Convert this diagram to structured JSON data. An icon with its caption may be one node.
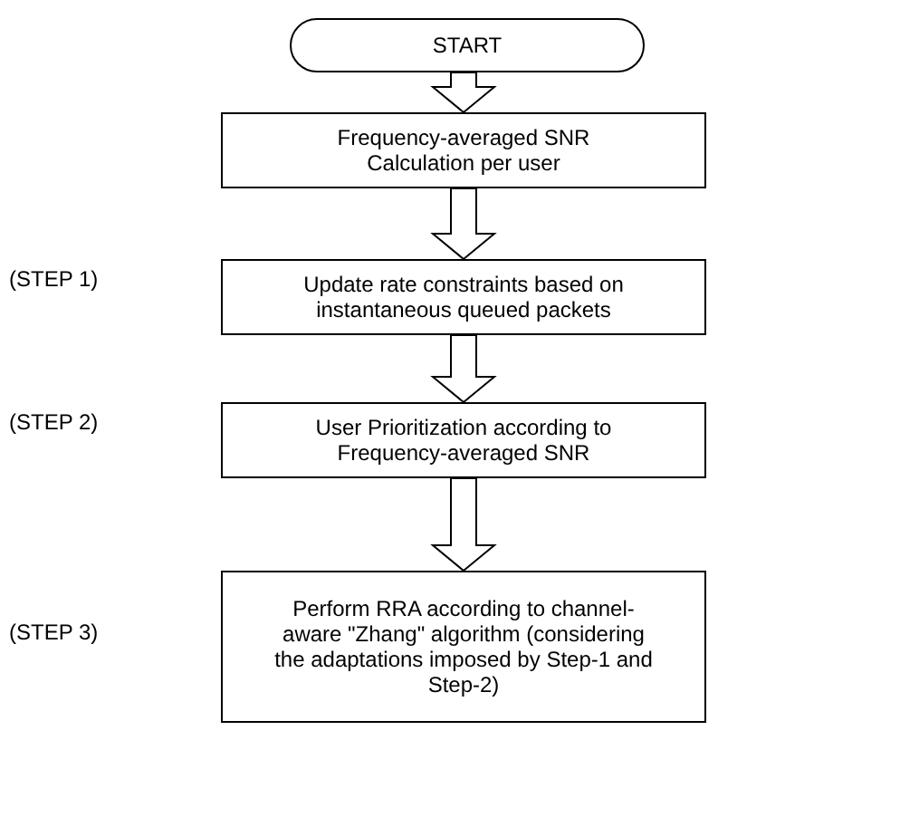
{
  "diagram": {
    "nodes": [
      {
        "text": [
          "START"
        ]
      },
      {
        "text": [
          "Frequency-averaged SNR Calculation per user"
        ]
      },
      {
        "text": [
          "Update rate constraints based on instantaneous queued packets"
        ]
      },
      {
        "text": [
          "User Prioritization according to Frequency-averaged SNR"
        ]
      },
      {
        "text": [
          "Perform RRA according to channel-aware \"Zhang\" algorithm (considering the adaptations imposed by Step-1 and Step-2)"
        ]
      }
    ],
    "edges": [
      {
        "from": 0,
        "to": 1,
        "arrow": "to"
      },
      {
        "from": 1,
        "to": 2,
        "arrow": "to"
      },
      {
        "from": 2,
        "to": 3,
        "arrow": "to"
      },
      {
        "from": 3,
        "to": 4,
        "arrow": "to"
      }
    ],
    "labels": [
      "(STEP 1)",
      "(STEP 2)",
      "(STEP 3)"
    ]
  }
}
